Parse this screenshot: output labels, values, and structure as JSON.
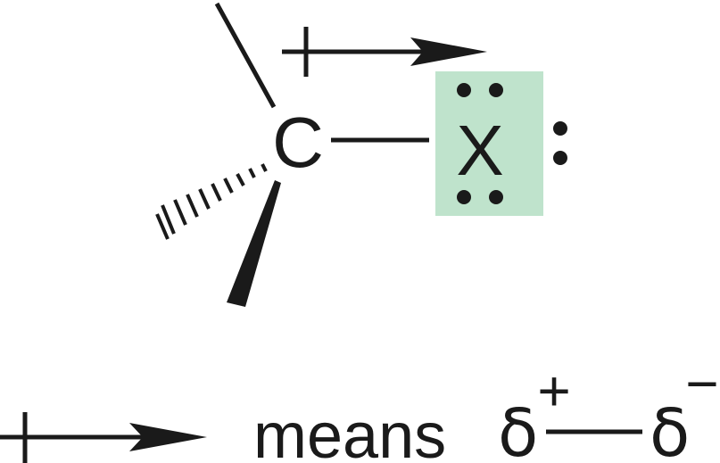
{
  "molecule": {
    "carbon_label": "C",
    "halogen_label": "X",
    "highlight_color": "#bfe3cc",
    "ink_color": "#1a1a1a"
  },
  "legend": {
    "means_text": "means",
    "delta_positive": "δ",
    "positive_sign": "+",
    "delta_negative": "δ",
    "negative_sign": "−"
  },
  "icons": {
    "dipole_arrow": "crossed-arrow-icon",
    "lone_pair": "lone-pair-dots-icon"
  }
}
